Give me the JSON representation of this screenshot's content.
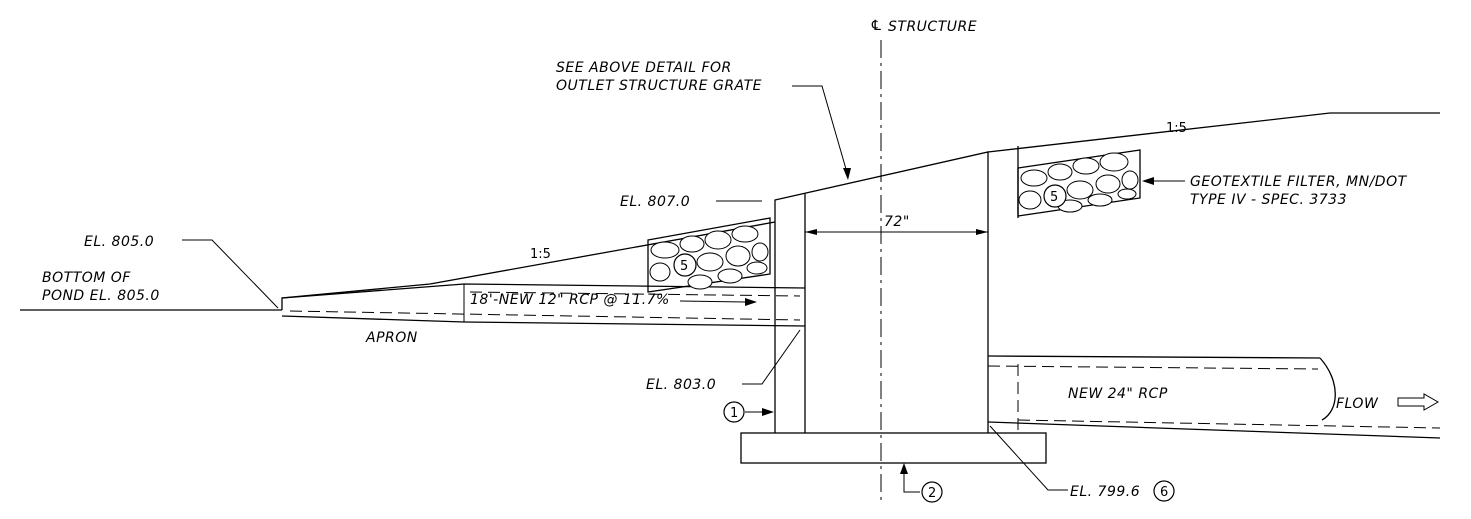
{
  "labels": {
    "centerline": "STRUCTURE",
    "detail_note_1": "SEE ABOVE DETAIL FOR",
    "detail_note_2": "OUTLET STRUCTURE GRATE",
    "slope_right": "1:5",
    "slope_left": "1:5",
    "geotextile_1": "GEOTEXTILE FILTER, MN/DOT",
    "geotextile_2": "TYPE IV - SPEC. 3733",
    "el_807": "EL. 807.0",
    "el_805": "EL. 805.0",
    "bottom_pond_1": "BOTTOM OF",
    "bottom_pond_2": "POND EL. 805.0",
    "dim_72": "72\"",
    "pipe_12": "18'-NEW 12\" RCP @ 11.7%",
    "apron": "APRON",
    "el_803": "EL. 803.0",
    "pipe_24": "NEW 24\" RCP",
    "flow": "FLOW",
    "el_799": "EL. 799.6",
    "callout_1": "1",
    "callout_2": "2",
    "callout_5a": "5",
    "callout_5b": "5",
    "callout_6": "6"
  }
}
